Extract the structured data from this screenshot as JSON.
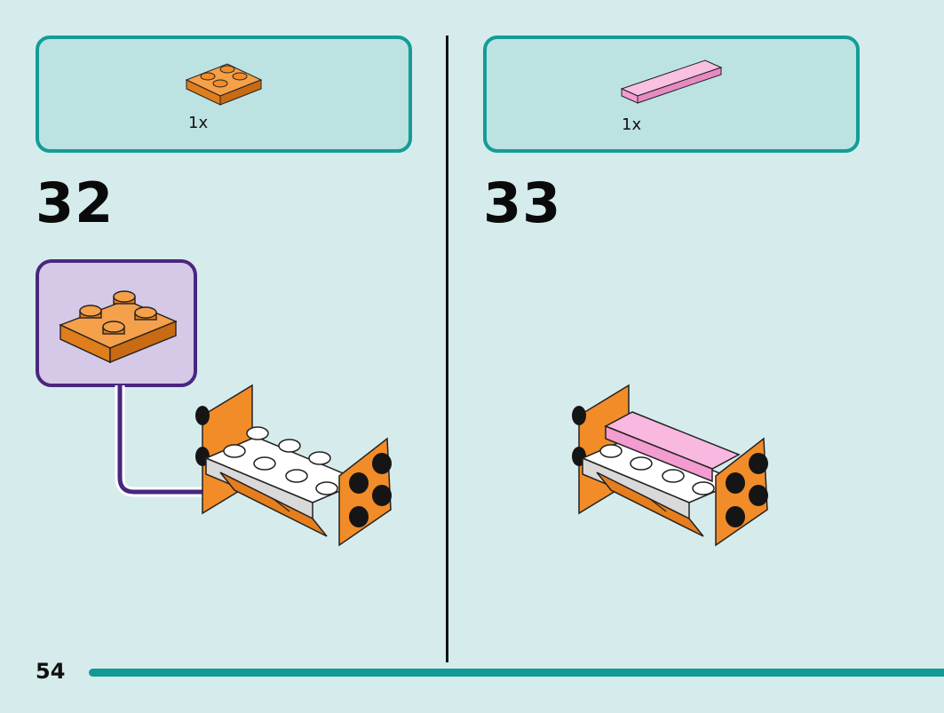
{
  "page": {
    "number": "54"
  },
  "steps": [
    {
      "number": "32",
      "parts": [
        {
          "name": "orange-2x2-plate",
          "qty": "1x",
          "color": "#f28c28"
        }
      ]
    },
    {
      "number": "33",
      "parts": [
        {
          "name": "pink-1x4-tile",
          "qty": "1x",
          "color": "#f7a8d8"
        }
      ]
    }
  ],
  "colors": {
    "accent": "#149c96",
    "callout": "#4a267f",
    "orange": "#f28c28",
    "pink": "#f7a8d8"
  }
}
